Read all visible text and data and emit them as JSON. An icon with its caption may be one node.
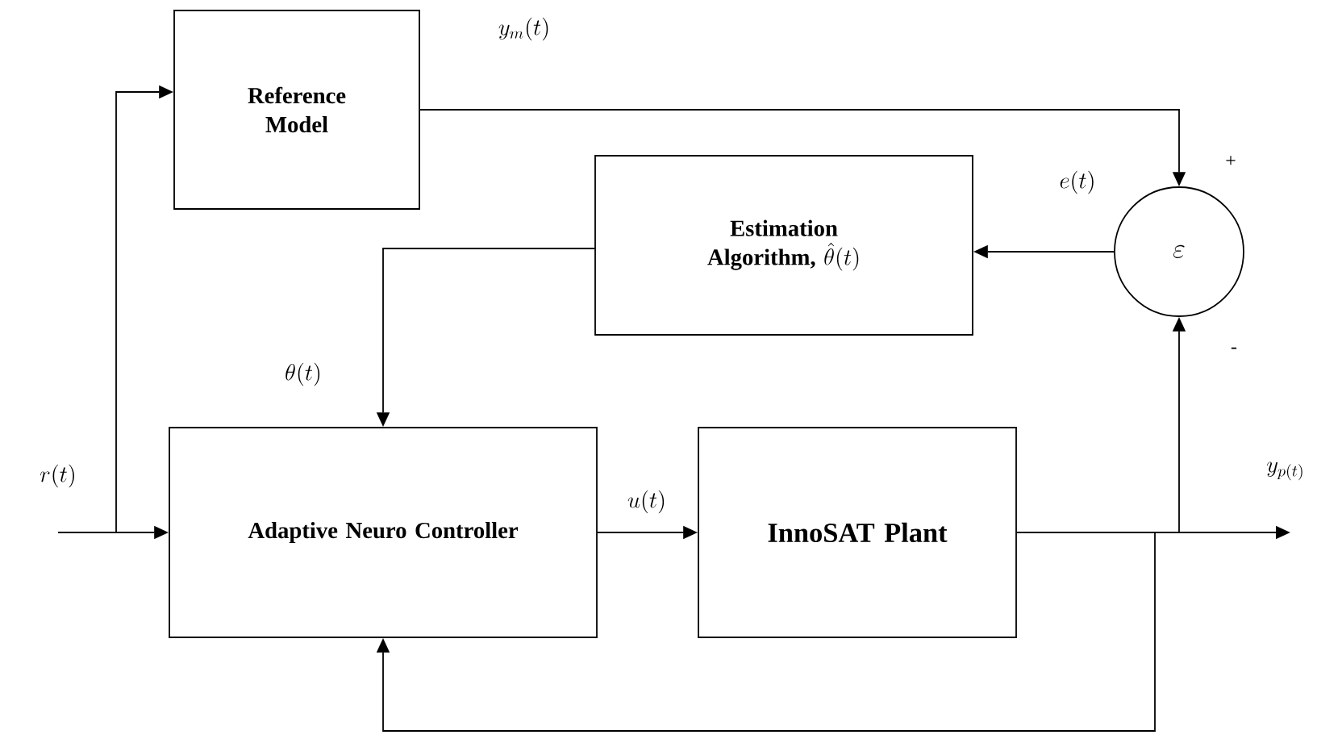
{
  "diagram": {
    "nodes": [
      {
        "text": [
          "Reference Model"
        ]
      },
      {
        "text": [
          "Estimation Algorithm,",
          "\\hat{\\theta}(t)"
        ]
      },
      {
        "text": [
          "\\varepsilon"
        ]
      },
      {
        "text": [
          "Adaptive Neuro Controller"
        ]
      },
      {
        "text": [
          "InnoSAT Plant"
        ]
      }
    ],
    "edges": [
      {
        "from": null,
        "to": 3,
        "arrow": "to",
        "label": "r(t)"
      },
      {
        "from": null,
        "to": 0,
        "arrow": "to"
      },
      {
        "from": 0,
        "to": 2,
        "arrow": "to",
        "label": "y_m(t)"
      },
      {
        "from": 2,
        "to": 1,
        "arrow": "to",
        "label": "e(t)"
      },
      {
        "from": 1,
        "to": 3,
        "arrow": "to",
        "label": "\\theta(t)"
      },
      {
        "from": 3,
        "to": 4,
        "arrow": "to",
        "label": "u(t)"
      },
      {
        "from": 4,
        "to": null,
        "arrow": "to",
        "label": "y_{p(t)}"
      },
      {
        "from": 4,
        "to": 2,
        "arrow": "to"
      },
      {
        "from": 4,
        "to": 3,
        "arrow": "to"
      }
    ],
    "labels": [
      "+",
      "-"
    ]
  }
}
